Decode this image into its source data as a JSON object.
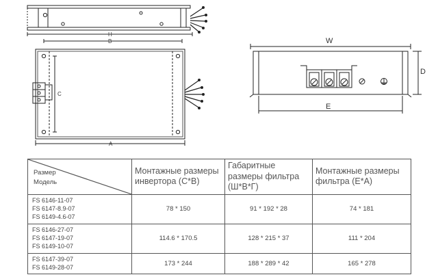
{
  "dimension_labels": {
    "h": "H",
    "b": "B",
    "a": "A",
    "c": "C",
    "w": "W",
    "d": "D",
    "e": "E"
  },
  "table": {
    "corner_size": "Размер",
    "corner_model": "Модель",
    "headers": [
      "Монтажные размеры инвертора (С*В)",
      "Габаритные размеры фильтра (Ш*В*Г)",
      "Монтажные размеры фильтра (Е*А)"
    ],
    "rows": [
      {
        "models": [
          "FS 6146-11-07",
          "FS 6147-8.9-07",
          "FS 6149-4.6-07"
        ],
        "values": [
          "78 * 150",
          "91 * 192 * 28",
          "74 * 181"
        ]
      },
      {
        "models": [
          "FS 6146-27-07",
          "FS 6147-19-07",
          "FS 6149-10-07"
        ],
        "values": [
          "114.6 * 170.5",
          "128 * 215 * 37",
          "111 * 204"
        ]
      },
      {
        "models": [
          "FS 6147-39-07",
          "FS 6149-28-07"
        ],
        "values": [
          "173 * 244",
          "188 * 289 * 42",
          "165 * 278"
        ]
      }
    ]
  }
}
